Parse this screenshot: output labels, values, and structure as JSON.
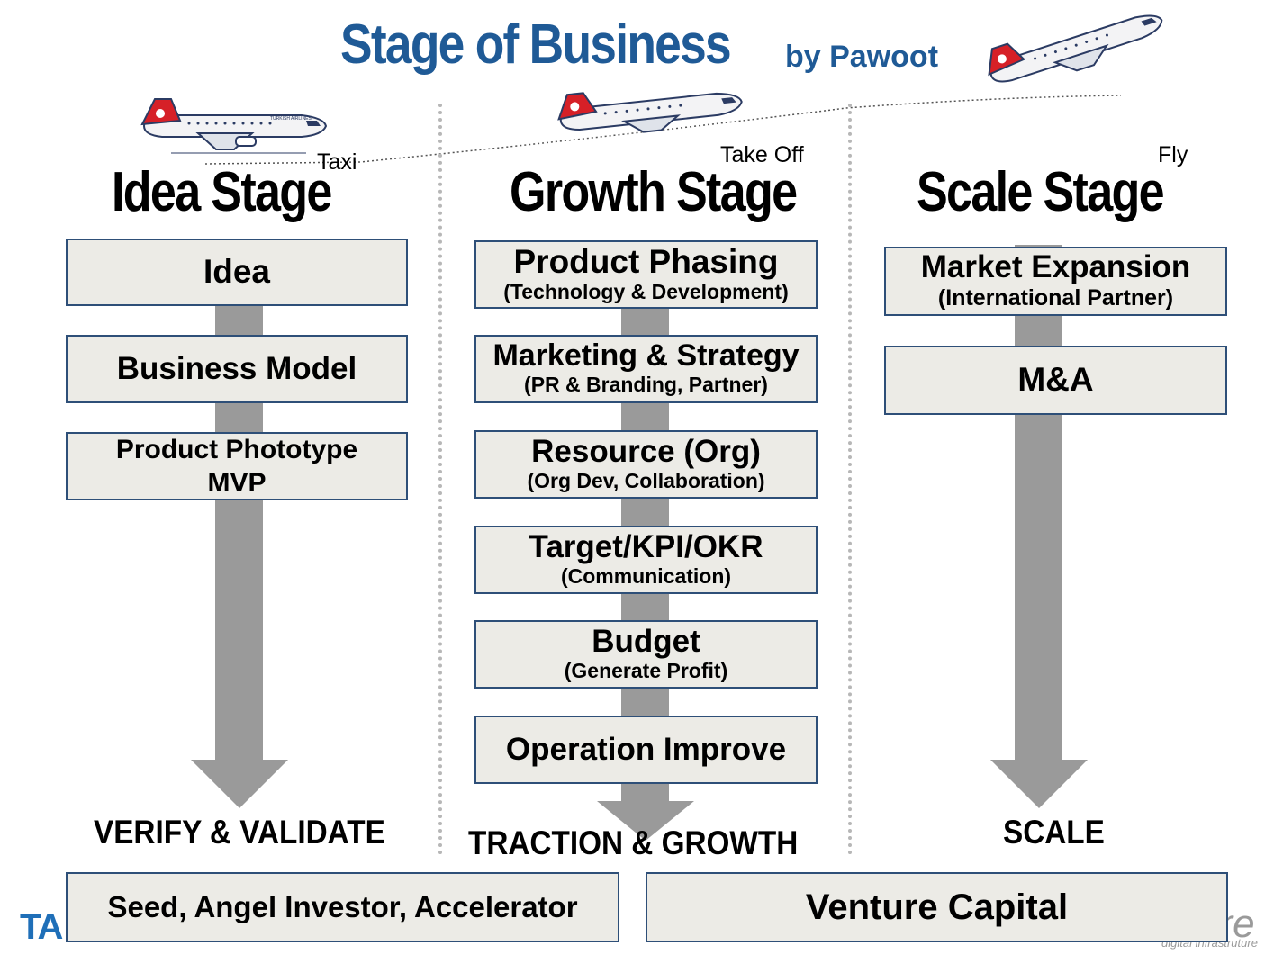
{
  "title": {
    "main": "Stage of Business",
    "sub": "by Pawoot"
  },
  "stages": [
    {
      "title": "Idea Stage",
      "phase": "Taxi"
    },
    {
      "title": "Growth Stage",
      "phase": "Take Off"
    },
    {
      "title": "Scale Stage",
      "phase": "Fly"
    }
  ],
  "idea_boxes": [
    {
      "main": "Idea"
    },
    {
      "main": "Business Model"
    },
    {
      "line1": "Product Phototype",
      "line2": "MVP"
    }
  ],
  "growth_boxes": [
    {
      "main": "Product Phasing",
      "sub": "(Technology & Development)"
    },
    {
      "main": "Marketing & Strategy",
      "sub": "(PR & Branding, Partner)"
    },
    {
      "main": "Resource (Org)",
      "sub": "(Org Dev, Collaboration)"
    },
    {
      "main": "Target/KPI/OKR",
      "sub": "(Communication)"
    },
    {
      "main": "Budget",
      "sub": "(Generate Profit)"
    },
    {
      "main": "Operation Improve"
    }
  ],
  "scale_boxes": [
    {
      "main": "Market Expansion",
      "sub": "(International Partner)"
    },
    {
      "main": "M&A"
    }
  ],
  "outcomes": [
    "VERIFY & VALIDATE",
    "TRACTION & GROWTH",
    "SCALE"
  ],
  "funding": [
    "Seed, Angel Investor, Accelerator",
    "Venture Capital"
  ],
  "logos": {
    "left_partial": "TA",
    "right_partial": "ure",
    "right_sub": "digital infrastruture"
  },
  "airline_text": "TURKISH AIRLINES",
  "colors": {
    "title_blue": "#1f5a96",
    "box_fill": "#ecebe6",
    "box_border": "#2e4f78",
    "arrow_gray": "#9a9a9a",
    "tail_red": "#d62027"
  },
  "icons": [
    "airplane-icon"
  ]
}
